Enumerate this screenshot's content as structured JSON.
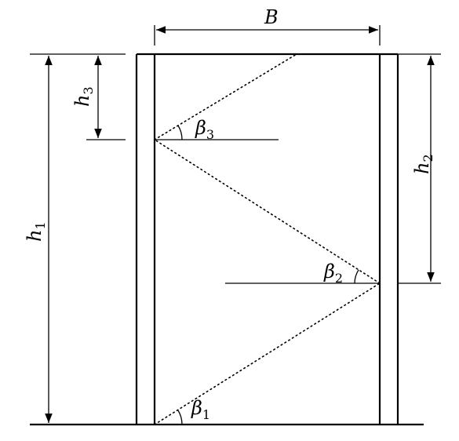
{
  "labels": {
    "B": "B",
    "h1": "h",
    "h1_sub": "1",
    "h2": "h",
    "h2_sub": "2",
    "h3": "h",
    "h3_sub": "3",
    "beta1": "β",
    "beta1_sub": "1",
    "beta2": "β",
    "beta2_sub": "2",
    "beta3": "β",
    "beta3_sub": "3"
  },
  "colors": {
    "stroke": "#000000",
    "background": "#ffffff"
  }
}
